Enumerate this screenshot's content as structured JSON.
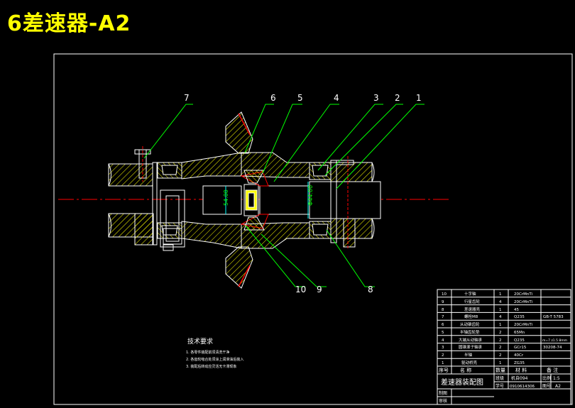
{
  "title": "6差速器-A2",
  "balloons": {
    "b1": "1",
    "b2": "2",
    "b3": "3",
    "b4": "4",
    "b5": "5",
    "b6": "6",
    "b7": "7",
    "b8": "8",
    "b9": "9",
    "b10": "10"
  },
  "dimensions": {
    "d1": "54.00",
    "d2": "Φ44.00"
  },
  "tech": {
    "heading": "技术要求",
    "req1": "1. 各零件装配前须清洗干净",
    "req2": "2. 各齿轮啮合处须涂上润滑油后装入",
    "req3": "3. 装配后转动应灵活无卡滞现象"
  },
  "bom": {
    "r10": {
      "no": "10",
      "name": "十字轴",
      "qty": "1",
      "mat": "20CrMnTi",
      "note": ""
    },
    "r9": {
      "no": "9",
      "name": "行星齿轮",
      "qty": "4",
      "mat": "20CrMnTi",
      "note": ""
    },
    "r8": {
      "no": "8",
      "name": "差速器壳",
      "qty": "1",
      "mat": "45",
      "note": ""
    },
    "r7": {
      "no": "7",
      "name": "螺栓M8",
      "qty": "4",
      "mat": "Q235",
      "note": "GB-T 5783"
    },
    "r6": {
      "no": "6",
      "name": "从动锥齿轮",
      "qty": "1",
      "mat": "20CrMnTi",
      "note": ""
    },
    "r5": {
      "no": "5",
      "name": "半轴齿轮垫",
      "qty": "2",
      "mat": "65Mn",
      "note": ""
    },
    "r4": {
      "no": "4",
      "name": "大端从动轴承",
      "qty": "2",
      "mat": "Q235",
      "note": "m=7 z1.5 8mm"
    },
    "r3": {
      "no": "3",
      "name": "圆锥滚子轴承",
      "qty": "2",
      "mat": "GCr15",
      "note": "30208-74"
    },
    "r2": {
      "no": "2",
      "name": "半轴",
      "qty": "2",
      "mat": "40Cr",
      "note": ""
    },
    "r1": {
      "no": "1",
      "name": "驱动桥壳",
      "qty": "1",
      "mat": "ZG35",
      "note": ""
    },
    "header": {
      "no": "序号",
      "name": "名 称",
      "qty": "数量",
      "mat": "材 料",
      "note": "备 注"
    }
  },
  "titleblock": {
    "name": "差速器装配图",
    "class_label": "班级",
    "class_value": "机自094",
    "scale_label": "比例",
    "scale_value": "1:5",
    "sid_label": "学号",
    "sid_value": "0910614306",
    "sheet_label": "图号",
    "sheet_value": "A2",
    "drawn": "制图",
    "checked": "审核"
  },
  "colors": {
    "bg": "#000000",
    "line": "#ffffff",
    "leader": "#00ff00",
    "center": "#ff0000",
    "hatch": "#ffff00",
    "dim": "#00ffff",
    "title": "#ffff00",
    "blue": "#0000ff"
  }
}
